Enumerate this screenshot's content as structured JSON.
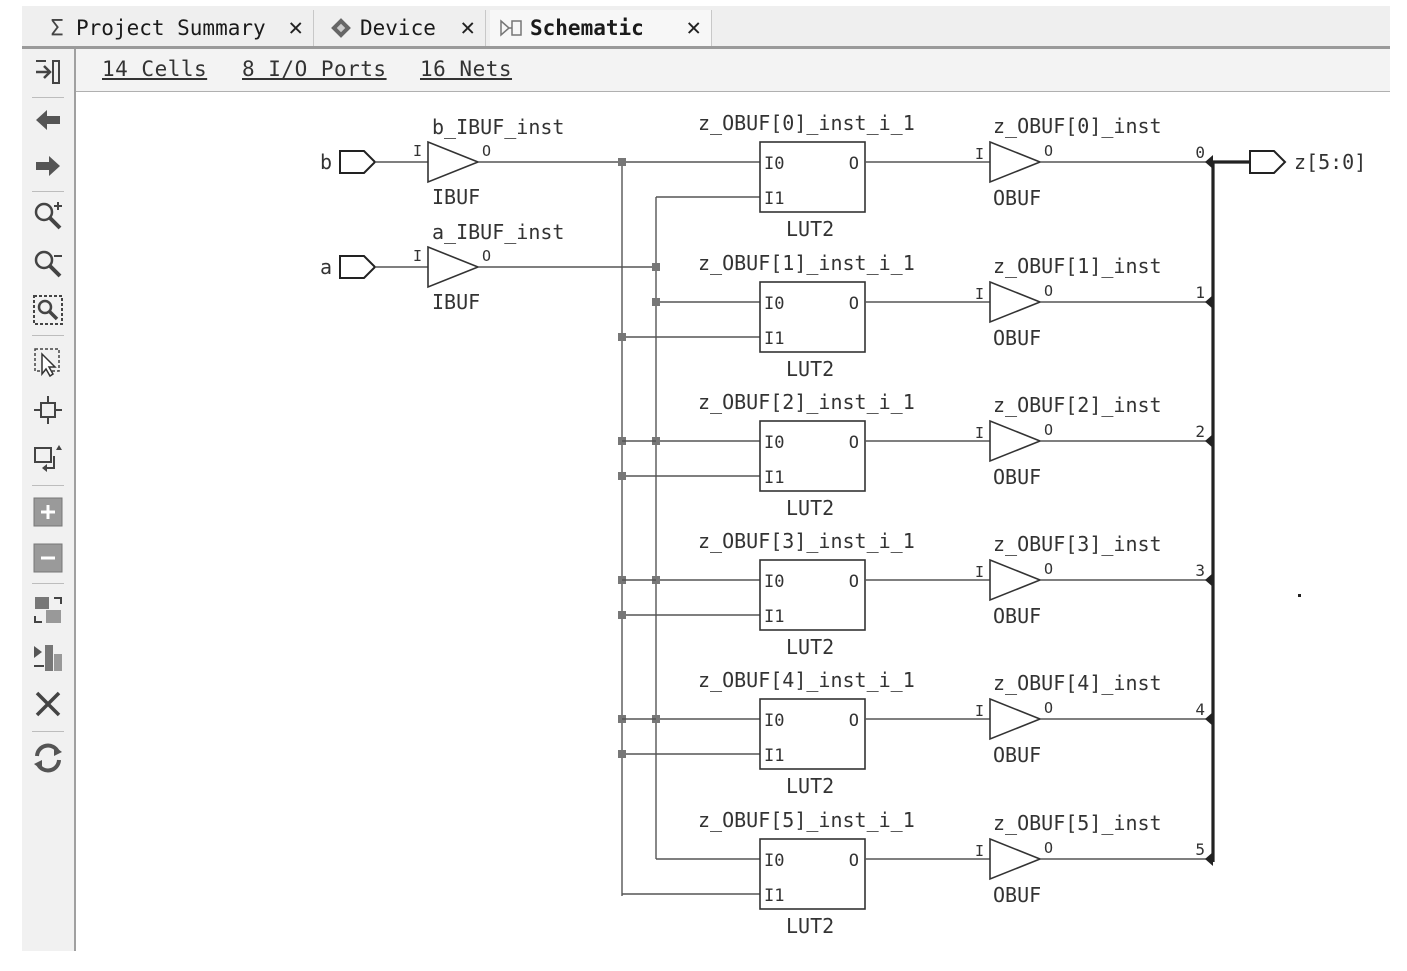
{
  "tabs": [
    {
      "label": "Project Summary",
      "icon": "sigma-icon",
      "active": false
    },
    {
      "label": "Device",
      "icon": "chip-icon",
      "active": false
    },
    {
      "label": "Schematic",
      "icon": "schematic-icon",
      "active": true
    }
  ],
  "tab_close_glyph": "✕",
  "stats": {
    "cells": "14 Cells",
    "io_ports": "8 I/O Ports",
    "nets": "16 Nets"
  },
  "toolbar": [
    "collapse-panel-icon",
    "back-arrow-icon",
    "forward-arrow-icon",
    "zoom-in-icon",
    "zoom-out-icon",
    "zoom-fit-icon",
    "select-area-icon",
    "route-icon",
    "regenerate-icon",
    "expand-all-icon",
    "collapse-all-icon",
    "swap-cells-icon",
    "add-cells-icon",
    "remove-icon",
    "refresh-icon"
  ],
  "schematic": {
    "input_ports": [
      {
        "name": "b",
        "buffer": "b_IBUF_inst"
      },
      {
        "name": "a",
        "buffer": "a_IBUF_inst"
      }
    ],
    "ibuf_type": "IBUF",
    "pin_in": "I",
    "pin_out": "O",
    "lut_type": "LUT2",
    "lut_pins": [
      "I0",
      "I1",
      "O"
    ],
    "obuf_type": "OBUF",
    "luts": [
      {
        "name": "z_OBUF[0]_inst_i_1",
        "obuf": "z_OBUF[0]_inst",
        "bit": "0"
      },
      {
        "name": "z_OBUF[1]_inst_i_1",
        "obuf": "z_OBUF[1]_inst",
        "bit": "1"
      },
      {
        "name": "z_OBUF[2]_inst_i_1",
        "obuf": "z_OBUF[2]_inst",
        "bit": "2"
      },
      {
        "name": "z_OBUF[3]_inst_i_1",
        "obuf": "z_OBUF[3]_inst",
        "bit": "3"
      },
      {
        "name": "z_OBUF[4]_inst_i_1",
        "obuf": "z_OBUF[4]_inst",
        "bit": "4"
      },
      {
        "name": "z_OBUF[5]_inst_i_1",
        "obuf": "z_OBUF[5]_inst",
        "bit": "5"
      }
    ],
    "output_port": "z[5:0]"
  },
  "colors": {
    "wire": "#555555",
    "bus": "#222222",
    "junction": "#777777"
  }
}
